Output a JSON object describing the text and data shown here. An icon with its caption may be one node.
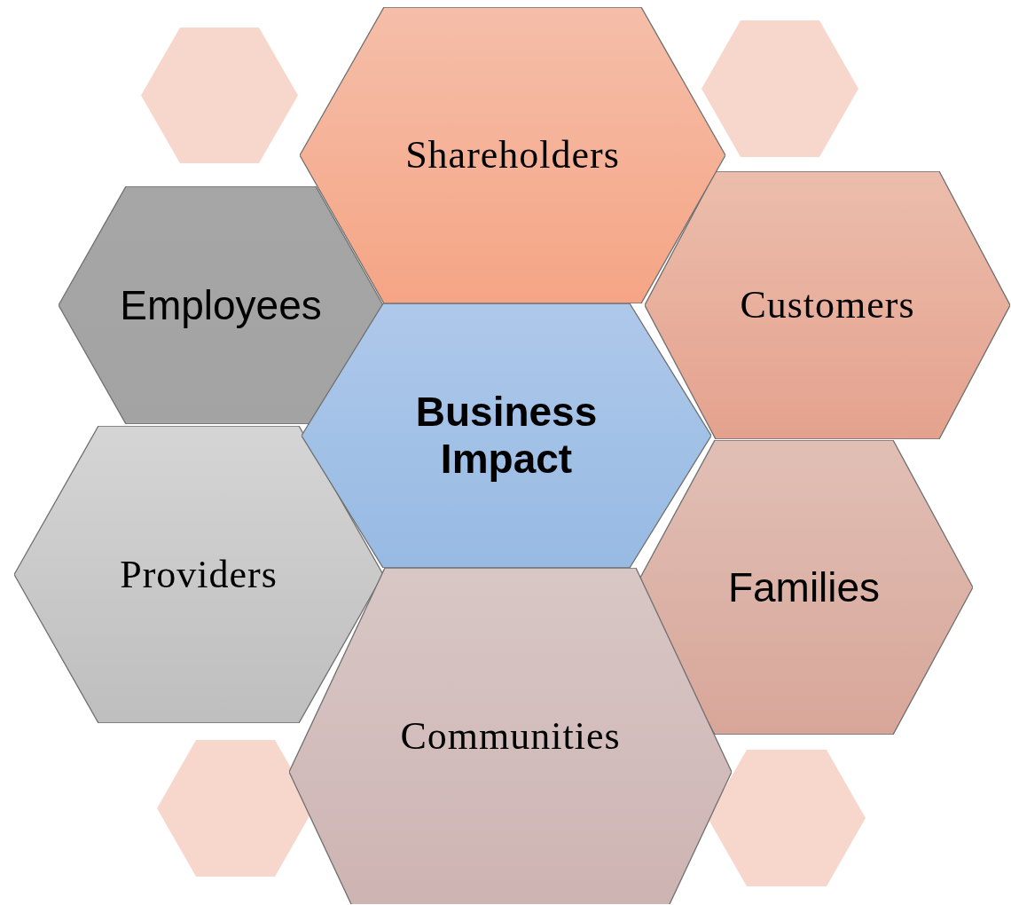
{
  "diagram": {
    "nodes": [
      {
        "text": [],
        "shape": "hexagon"
      },
      {
        "text": [
          "Shareholders"
        ]
      },
      {
        "text": [],
        "shape": "hexagon"
      },
      {
        "text": [
          "Employees"
        ]
      },
      {
        "text": [
          "Customers"
        ]
      },
      {
        "text": [
          "Business Impact"
        ]
      },
      {
        "text": [
          "Providers"
        ]
      },
      {
        "text": [
          "Families"
        ]
      },
      {
        "text": [
          "Communities"
        ]
      },
      {
        "text": [],
        "shape": "hexagon"
      },
      {
        "text": [],
        "shape": "hexagon"
      }
    ]
  }
}
